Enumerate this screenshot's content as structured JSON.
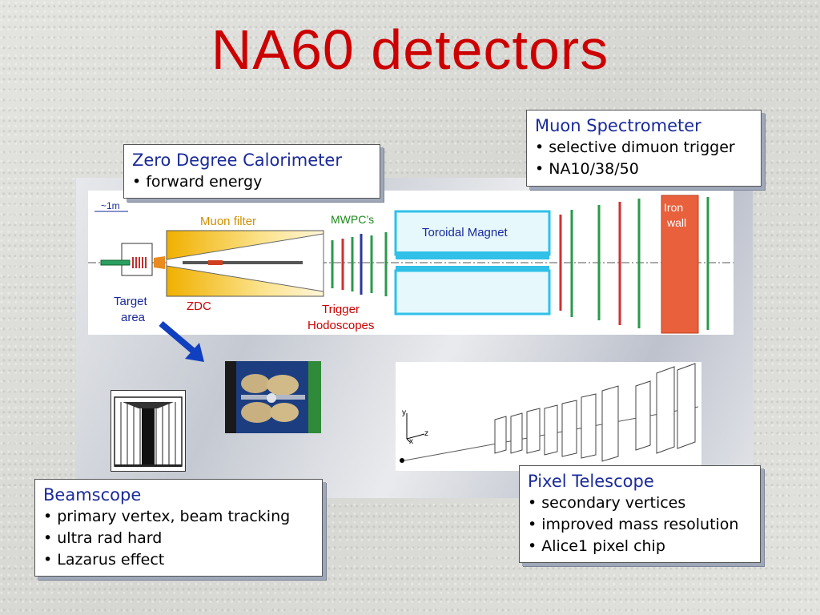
{
  "title": "NA60 detectors",
  "boxes": {
    "zdc": {
      "heading": "Zero Degree Calorimeter",
      "items": [
        "• forward energy"
      ]
    },
    "muon": {
      "heading": "Muon Spectrometer",
      "items": [
        "• selective dimuon trigger",
        "• NA10/38/50"
      ]
    },
    "beamscope": {
      "heading": "Beamscope",
      "items": [
        "• primary vertex, beam tracking",
        "• ultra rad hard",
        "• Lazarus effect"
      ]
    },
    "pixel": {
      "heading": "Pixel Telescope",
      "items": [
        "• secondary vertices",
        "• improved mass resolution",
        "• Alice1 pixel chip"
      ]
    }
  },
  "diagram": {
    "scale": "~1m",
    "muon_filter": "Muon filter",
    "mwpc": "MWPC’s",
    "toroidal_magnet": "Toroidal Magnet",
    "iron_wall_1": "Iron",
    "iron_wall_2": "wall",
    "target_area_1": "Target",
    "target_area_2": "area",
    "zdc": "ZDC",
    "trigger_1": "Trigger",
    "trigger_2": "Hodoscopes"
  },
  "axes": {
    "y": "y",
    "z": "z",
    "x": "x"
  },
  "colors": {
    "title": "#cc0000",
    "heading": "#1a2a9a",
    "muon_filter_label": "#d09000",
    "mwpc_label": "#1a8a1a",
    "diagram_label": "#1a2a9a",
    "red_label": "#cc0000",
    "iron_wall": "#e8603c",
    "magnet": "#30c0e8",
    "arrow": "#1040c0"
  }
}
